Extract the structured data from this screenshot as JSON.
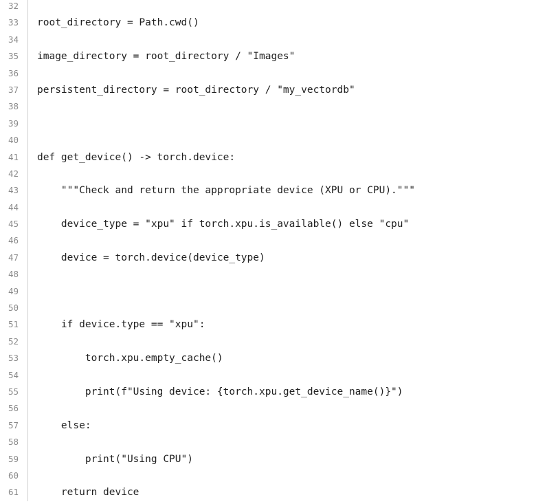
{
  "editor": {
    "lines": [
      {
        "number": "32",
        "code": ""
      },
      {
        "number": "33",
        "code": "root_directory = Path.cwd()"
      },
      {
        "number": "34",
        "code": ""
      },
      {
        "number": "35",
        "code": "image_directory = root_directory / \"Images\""
      },
      {
        "number": "36",
        "code": ""
      },
      {
        "number": "37",
        "code": "persistent_directory = root_directory / \"my_vectordb\""
      },
      {
        "number": "38",
        "code": ""
      },
      {
        "number": "39",
        "code": ""
      },
      {
        "number": "40",
        "code": ""
      },
      {
        "number": "41",
        "code": "def get_device() -> torch.device:"
      },
      {
        "number": "42",
        "code": ""
      },
      {
        "number": "43",
        "code": "    \"\"\"Check and return the appropriate device (XPU or CPU).\"\"\""
      },
      {
        "number": "44",
        "code": ""
      },
      {
        "number": "45",
        "code": "    device_type = \"xpu\" if torch.xpu.is_available() else \"cpu\""
      },
      {
        "number": "46",
        "code": ""
      },
      {
        "number": "47",
        "code": "    device = torch.device(device_type)"
      },
      {
        "number": "48",
        "code": ""
      },
      {
        "number": "49",
        "code": ""
      },
      {
        "number": "50",
        "code": ""
      },
      {
        "number": "51",
        "code": "    if device.type == \"xpu\":"
      },
      {
        "number": "52",
        "code": ""
      },
      {
        "number": "53",
        "code": "        torch.xpu.empty_cache()"
      },
      {
        "number": "54",
        "code": ""
      },
      {
        "number": "55",
        "code": "        print(f\"Using device: {torch.xpu.get_device_name()}\")"
      },
      {
        "number": "56",
        "code": ""
      },
      {
        "number": "57",
        "code": "    else:"
      },
      {
        "number": "58",
        "code": ""
      },
      {
        "number": "59",
        "code": "        print(\"Using CPU\")"
      },
      {
        "number": "60",
        "code": ""
      },
      {
        "number": "61",
        "code": "    return device"
      }
    ]
  }
}
